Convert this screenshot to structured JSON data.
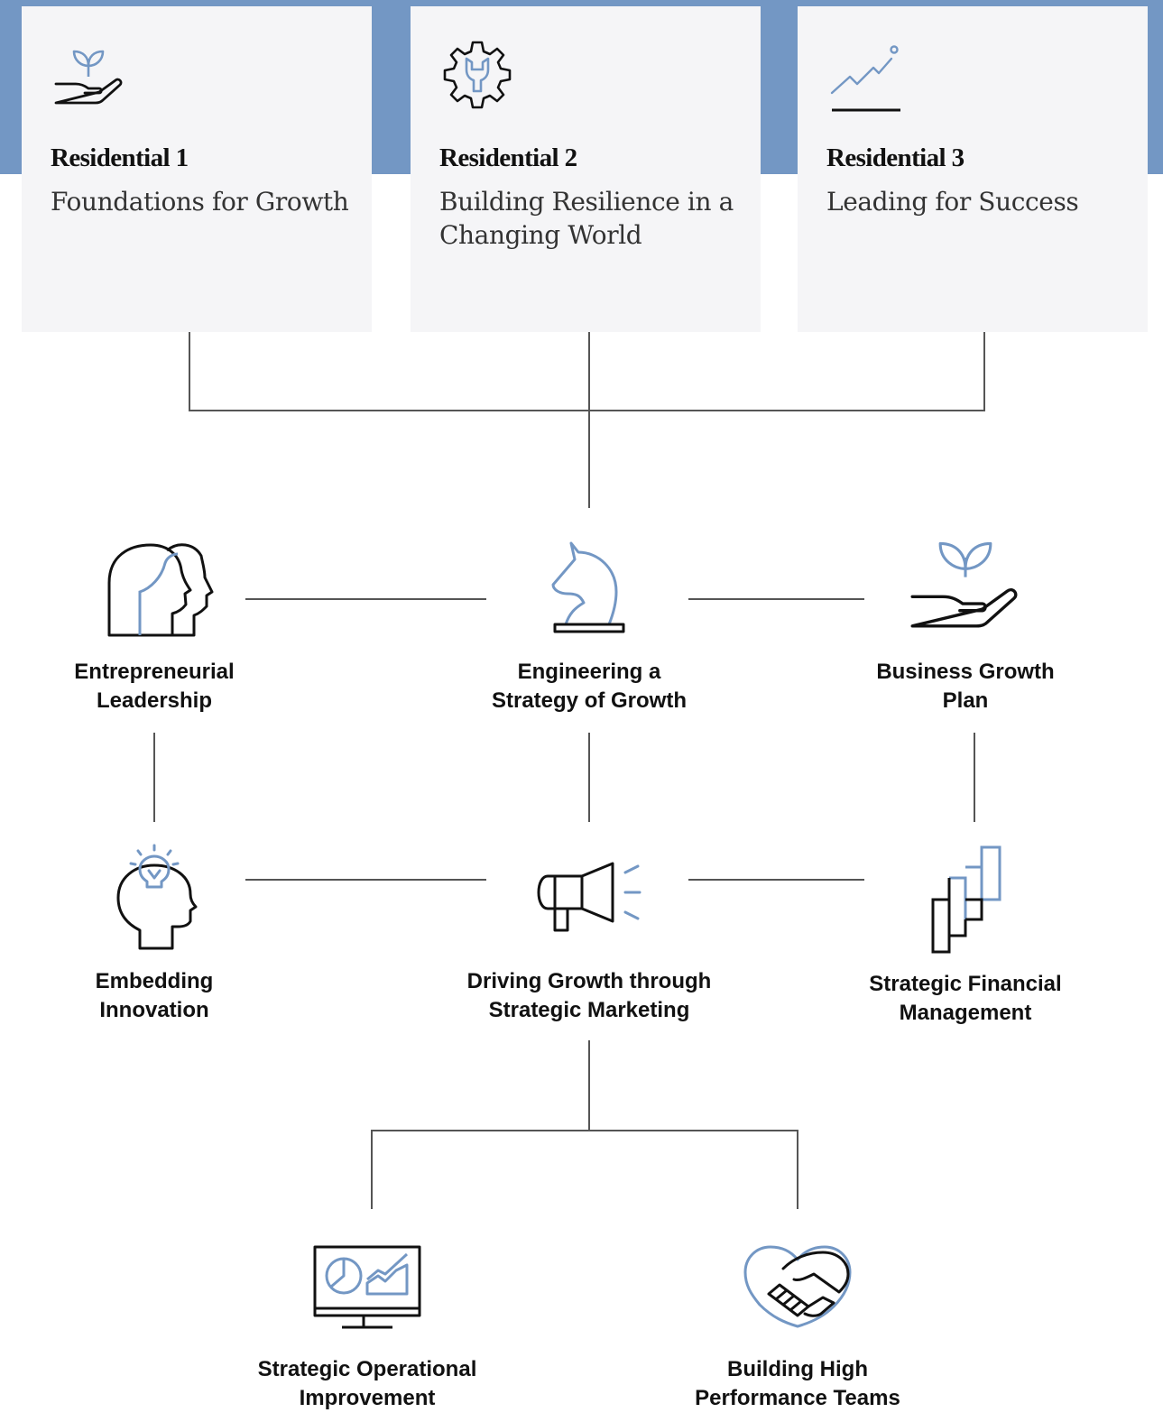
{
  "colors": {
    "band": "#7397c4",
    "card_bg": "#f5f5f7",
    "accent": "#7397c4",
    "line": "#555555",
    "ink": "#111111"
  },
  "residentials": [
    {
      "title": "Residential 1",
      "subtitle": "Foundations for Growth",
      "icon": "hand-plant-icon"
    },
    {
      "title": "Residential 2",
      "subtitle": "Building Resilience in a Changing World",
      "icon": "gear-wrench-icon"
    },
    {
      "title": "Residential 3",
      "subtitle": "Leading for Success",
      "icon": "growth-chart-icon"
    }
  ],
  "modules": {
    "entrepreneurial": {
      "label": "Entrepreneurial Leadership",
      "icon": "heads-icon"
    },
    "strategy": {
      "label": "Engineering a Strategy of Growth",
      "icon": "chess-knight-icon"
    },
    "business_plan": {
      "label": "Business Growth Plan",
      "icon": "hand-plant-icon"
    },
    "innovation": {
      "label": "Embedding Innovation",
      "icon": "head-lightbulb-icon"
    },
    "marketing": {
      "label": "Driving Growth through Strategic Marketing",
      "icon": "megaphone-icon"
    },
    "finance": {
      "label": "Strategic Financial Management",
      "icon": "bar-steps-icon"
    },
    "operations": {
      "label": "Strategic Operational Improvement",
      "icon": "monitor-dashboard-icon"
    },
    "teams": {
      "label": "Building High Performance Teams",
      "icon": "handshake-heart-icon"
    }
  }
}
